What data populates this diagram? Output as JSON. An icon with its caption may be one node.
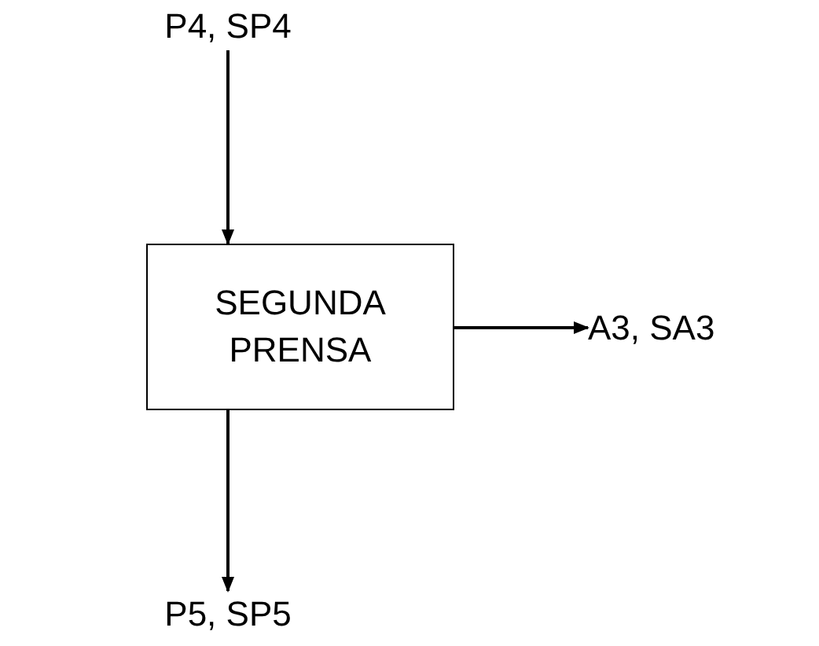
{
  "diagram": {
    "nodes": [
      {
        "text": [
          "P4, SP4"
        ]
      },
      {
        "text": [
          "SEGUNDA PRENSA"
        ]
      },
      {
        "text": [
          "A3, SA3"
        ]
      },
      {
        "text": [
          "P5, SP5"
        ]
      }
    ],
    "edges": [
      {
        "from": 0,
        "to": 1,
        "arrow": "to"
      },
      {
        "from": 1,
        "to": 2,
        "arrow": "to"
      },
      {
        "from": 1,
        "to": 3,
        "arrow": "to"
      }
    ]
  }
}
